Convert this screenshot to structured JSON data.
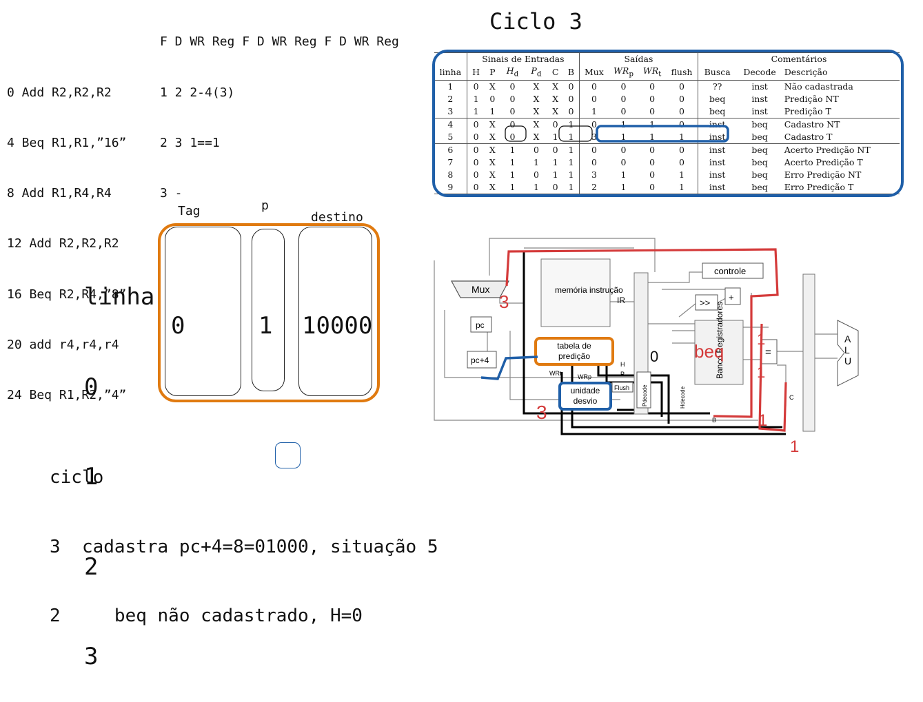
{
  "title": "Ciclo 3",
  "program": [
    "0 Add R2,R2,R2",
    "4 Beq R1,R1,”16”",
    "8 Add R1,R4,R4",
    "12 Add R2,R2,R2",
    "16 Beq R2,R4,”8”",
    "20 add r4,r4,r4",
    "24 Beq R1,R2,”4”"
  ],
  "trace_header": "F D WR Reg F D WR Reg F D WR Reg",
  "trace": [
    "1 2 2-4(3)",
    "2 3 1==1",
    "3 -"
  ],
  "predictor_table": {
    "groups": [
      "Sinais de Entradas",
      "Saídas",
      "Comentários"
    ],
    "columns": [
      "linha",
      "H",
      "P",
      "H_d",
      "P_d",
      "C",
      "B",
      "Mux",
      "WR_p",
      "WR_t",
      "flush",
      "Busca",
      "Decode",
      "Descrição"
    ],
    "rows": [
      [
        "1",
        "0",
        "X",
        "0",
        "X",
        "X",
        "0",
        "0",
        "0",
        "0",
        "0",
        "??",
        "inst",
        "Não cadastrada"
      ],
      [
        "2",
        "1",
        "0",
        "0",
        "X",
        "X",
        "0",
        "0",
        "0",
        "0",
        "0",
        "beq",
        "inst",
        "Predição NT"
      ],
      [
        "3",
        "1",
        "1",
        "0",
        "X",
        "X",
        "0",
        "1",
        "0",
        "0",
        "0",
        "beq",
        "inst",
        "Predição T"
      ],
      [
        "4",
        "0",
        "X",
        "0",
        "X",
        "0",
        "1",
        "0",
        "1",
        "1",
        "0",
        "inst",
        "beq",
        "Cadastro NT"
      ],
      [
        "5",
        "0",
        "X",
        "0",
        "X",
        "1",
        "1",
        "3",
        "1",
        "1",
        "1",
        "inst",
        "beq",
        "Cadastro T"
      ],
      [
        "6",
        "0",
        "X",
        "1",
        "0",
        "0",
        "1",
        "0",
        "0",
        "0",
        "0",
        "inst",
        "beq",
        "Acerto Predição NT"
      ],
      [
        "7",
        "0",
        "X",
        "1",
        "1",
        "1",
        "1",
        "0",
        "0",
        "0",
        "0",
        "inst",
        "beq",
        "Acerto Predição T"
      ],
      [
        "8",
        "0",
        "X",
        "1",
        "0",
        "1",
        "1",
        "3",
        "1",
        "0",
        "1",
        "inst",
        "beq",
        "Erro Predição NT"
      ],
      [
        "9",
        "0",
        "X",
        "1",
        "1",
        "0",
        "1",
        "2",
        "1",
        "0",
        "1",
        "inst",
        "beq",
        "Erro Predição T"
      ]
    ]
  },
  "memory": {
    "row_header": "linha",
    "row_labels": [
      "0",
      "1",
      "2",
      "3"
    ],
    "col_tag": "Tag",
    "col_p": "p",
    "col_dest": "destino",
    "tag_value": "0",
    "p_value": "1",
    "dest_value": "10000"
  },
  "datapath": {
    "mux": "Mux",
    "pc": "pc",
    "pc4": "pc+4",
    "memory": "memória instrução",
    "ir": "IR",
    "control": "controle",
    "shift": ">>",
    "plus": "+",
    "table": "tabela de predição",
    "branch_unit": "unidade desvio",
    "regbank": "Banco Registradores",
    "eq": "=",
    "alu": "ALU",
    "sig_wrt": "WRt",
    "sig_wrp": "WRp",
    "sig_h": "H",
    "sig_p": "P",
    "sig_flush": "Flush",
    "sig_pdecode": "Pdecode",
    "sig_hdecode": "Hdecode",
    "sig_b": "B",
    "sig_c": "C",
    "annot_mux": "3",
    "annot_unit": "3",
    "annot_beq": "beq",
    "annot_zero": "0",
    "annot_ones": [
      "1",
      "1",
      "1",
      "1"
    ]
  },
  "notes": [
    "ciclo",
    "3  cadastra pc+4=8=01000, situação 5",
    "2     beq não cadastrado, H=0"
  ],
  "colors": {
    "blue": "#1f5fa8",
    "orange": "#e07a10",
    "red": "#d43a3a"
  }
}
